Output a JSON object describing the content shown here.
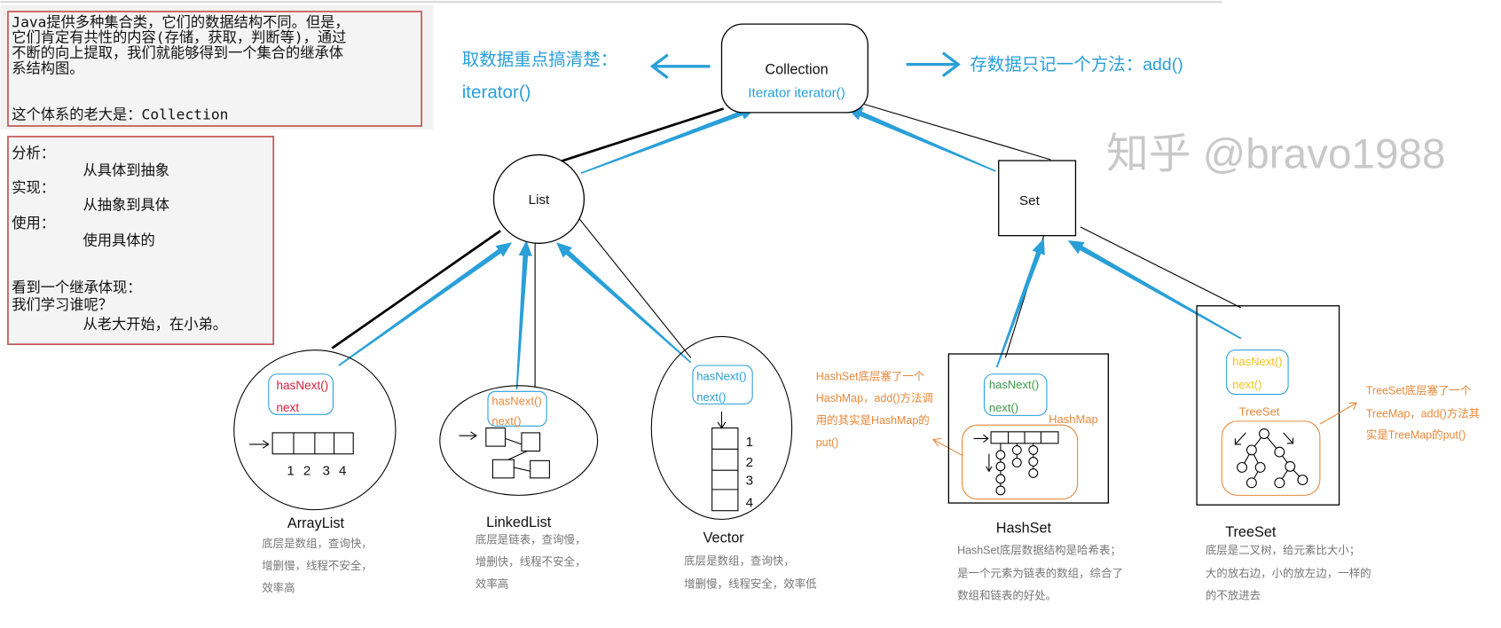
{
  "intro_box": {
    "lines": [
      "Java提供多种集合类，它们的数据结构不同。但是，",
      "它们肯定有共性的内容(存储，获取，判断等)，通过",
      "不断的向上提取，我们就能够得到一个集合的继承体",
      "系结构图。"
    ],
    "root_line": "这个体系的老大是：Collection"
  },
  "analysis_box": {
    "analysis_label": "分析：",
    "analysis_value": "从具体到抽象",
    "impl_label": "实现：",
    "impl_value": "从抽象到具体",
    "use_label": "使用：",
    "use_value": "使用具体的",
    "learn_line1": "看到一个继承体现：",
    "learn_line2": "我们学习谁呢？",
    "learn_line3": "从老大开始，在小弟。"
  },
  "top_notes": {
    "get_line1": "取数据重点搞清楚：",
    "get_line2": "iterator()",
    "store": "存数据只记一个方法：add()"
  },
  "collection": {
    "title": "Collection",
    "method": "Iterator iterator()"
  },
  "list": {
    "title": "List"
  },
  "set": {
    "title": "Set"
  },
  "arraylist": {
    "title": "ArrayList",
    "iter": [
      "hasNext()",
      "next"
    ],
    "indices": [
      "1",
      "2",
      "3",
      "4"
    ],
    "desc": [
      "底层是数组，查询快，",
      "增删慢，线程不安全，",
      "效率高"
    ]
  },
  "linkedlist": {
    "title": "LinkedList",
    "iter": [
      "hasNext()",
      "next()"
    ],
    "desc": [
      "底层是链表，查询慢，",
      "增删快，线程不安全，",
      "效率高"
    ]
  },
  "vector": {
    "title": "Vector",
    "iter": [
      "hasNext()",
      "next()"
    ],
    "indices": [
      "1",
      "2",
      "3",
      "4"
    ],
    "desc": [
      "底层是数组，查询快，",
      "增删慢，线程安全，效率低"
    ]
  },
  "hashset": {
    "title": "HashSet",
    "iter": [
      "hasNext()",
      "next()"
    ],
    "inner_label": "HashMap",
    "note": [
      "HashSet底层塞了一个",
      "HashMap，add()方法调",
      "用的其实是HashMap的",
      "put()"
    ],
    "desc": [
      "HashSet底层数据结构是哈希表；",
      "是一个元素为链表的数组，综合了",
      "数组和链表的好处。"
    ]
  },
  "treeset": {
    "title": "TreeSet",
    "iter": [
      "hasNext()",
      "next()"
    ],
    "inner_label": "TreeSet",
    "note": [
      "TreeSet底层塞了一个",
      "TreeMap，add()方法其",
      "实是TreeMap的put()"
    ],
    "desc": [
      "底层是二叉树，给元素比大小；",
      "大的放右边，小的放左边，一样的",
      "的不放进去"
    ]
  },
  "watermark": "知乎 @bravo1988",
  "colors": {
    "blue": "#2a9fd8",
    "box_border": "#c0504d",
    "orange": "#e8883a",
    "red_text": "#d6203e",
    "green_text": "#3a9a4a",
    "yellow_text": "#f0c419",
    "gray_text": "#777777"
  }
}
